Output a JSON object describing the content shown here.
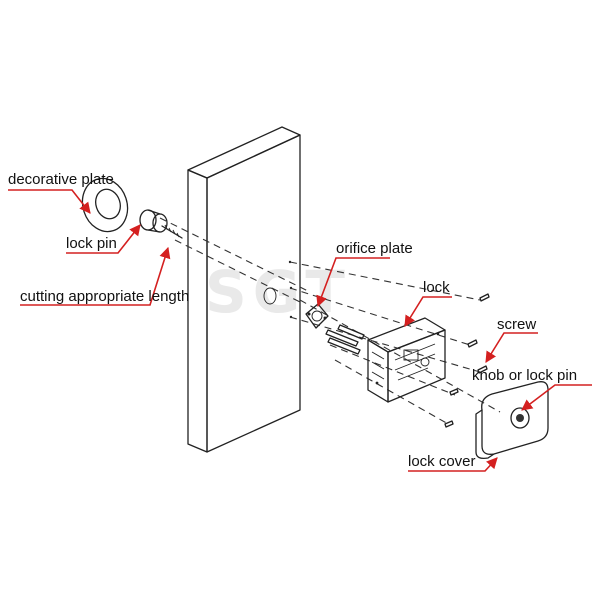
{
  "labels": {
    "decorative_plate": "decorative plate",
    "lock_pin": "lock pin",
    "cutting_length": "cutting appropriate length",
    "orifice_plate": "orifice plate",
    "lock": "lock",
    "screw": "screw",
    "knob": "knob or lock pin",
    "lock_cover": "lock cover"
  },
  "colors": {
    "callout": "#d42020",
    "line": "#222222"
  }
}
